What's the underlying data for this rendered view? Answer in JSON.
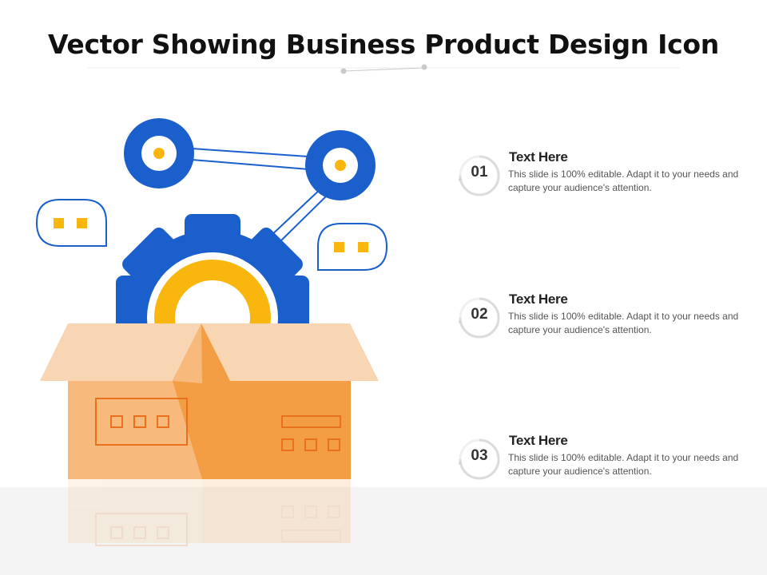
{
  "slide": {
    "title": "Vector Showing Business Product Design Icon"
  },
  "items": [
    {
      "number": "01",
      "heading": "Text Here",
      "body": "This slide is 100% editable. Adapt it to your needs and capture your audience's attention."
    },
    {
      "number": "02",
      "heading": "Text Here",
      "body": "This slide is 100% editable. Adapt it to your needs and capture your audience's attention."
    },
    {
      "number": "03",
      "heading": "Text Here",
      "body": "This slide is 100% editable. Adapt it to your needs and capture your audience's attention."
    }
  ],
  "colors": {
    "blue": "#1a5fcc",
    "yellow": "#f8b60f",
    "box_light": "#f7ba7c",
    "box_dark": "#f39e45",
    "flap": "#f8d5b3",
    "floor": "#f4f4f4"
  },
  "icons": [
    "gear-icon",
    "network-nodes-icon",
    "chat-bubble-icon",
    "product-box-icon"
  ]
}
